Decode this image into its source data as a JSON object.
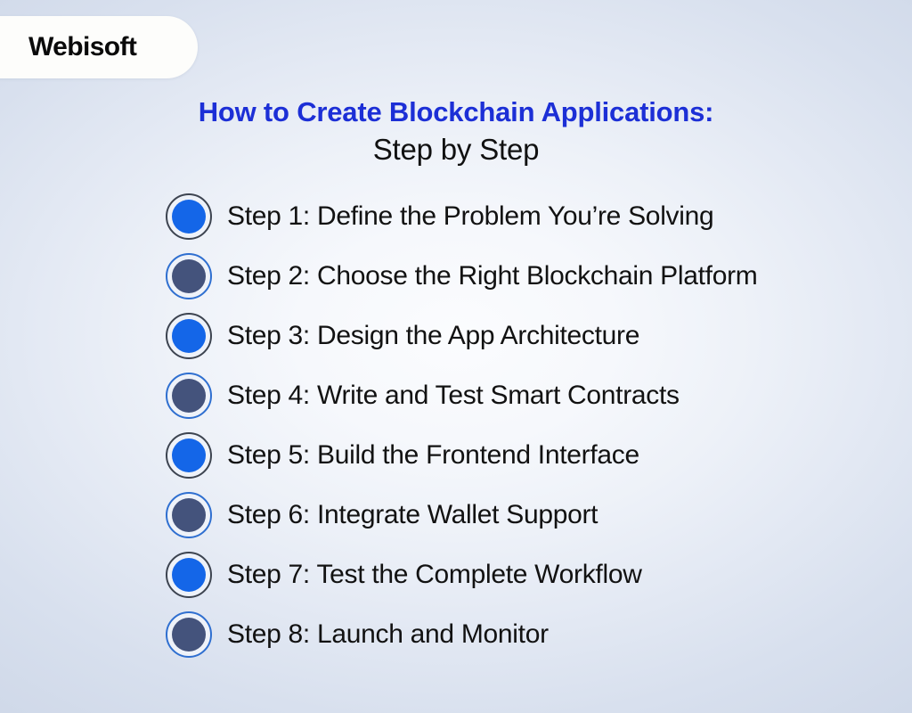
{
  "brand": {
    "name": "Webisoft"
  },
  "heading": {
    "line1": "How to Create Blockchain Applications:",
    "line2": "Step by Step",
    "line1_color": "#1c2fd6",
    "line2_color": "#111111"
  },
  "colors": {
    "background_center": "#fbfcfe",
    "background_edge": "#d0d9e9",
    "bullet_accent_fill": "#1466e8",
    "bullet_accent_ring": "#3d4450",
    "bullet_muted_fill": "#44537c",
    "bullet_muted_ring": "#2f6fd0",
    "logo_pill": "#fdfdfb",
    "logo_text": "#0a0a0a"
  },
  "steps": [
    {
      "bullet_icon": "filled-circle-icon",
      "style": "accent",
      "label": "Step 1: Define the Problem You’re Solving"
    },
    {
      "bullet_icon": "filled-circle-icon",
      "style": "muted",
      "label": "Step 2: Choose the Right Blockchain Platform"
    },
    {
      "bullet_icon": "filled-circle-icon",
      "style": "accent",
      "label": "Step 3: Design the App Architecture"
    },
    {
      "bullet_icon": "filled-circle-icon",
      "style": "muted",
      "label": "Step 4: Write and Test Smart Contracts"
    },
    {
      "bullet_icon": "filled-circle-icon",
      "style": "accent",
      "label": "Step 5: Build the Frontend Interface"
    },
    {
      "bullet_icon": "filled-circle-icon",
      "style": "muted",
      "label": "Step 6: Integrate Wallet Support"
    },
    {
      "bullet_icon": "filled-circle-icon",
      "style": "accent",
      "label": "Step 7: Test the Complete Workflow"
    },
    {
      "bullet_icon": "filled-circle-icon",
      "style": "muted",
      "label": "Step 8: Launch and Monitor"
    }
  ]
}
